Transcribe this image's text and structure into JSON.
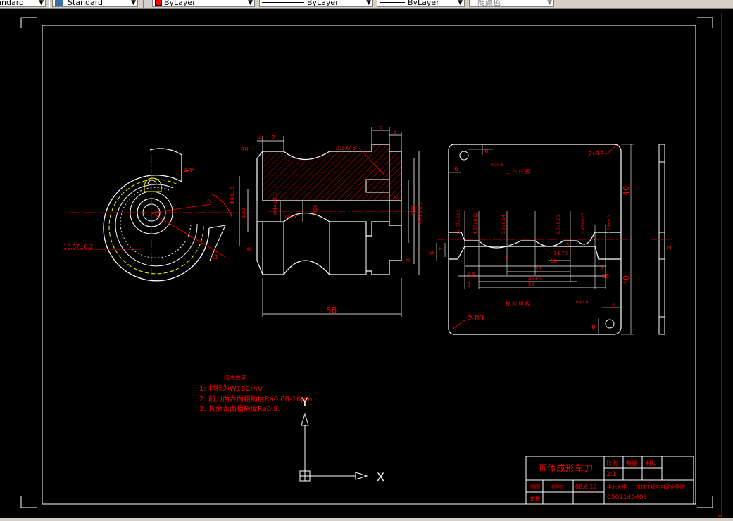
{
  "toolbar": {
    "text_style": "Standard",
    "layer": "ByLayer",
    "linetype": "ByLayer",
    "lineweight": "ByLayer",
    "plot_style": "随颜色"
  },
  "colors": {
    "background": "#000000",
    "red": "#ff0000",
    "white": "#ffffff",
    "yellow": "#ffff00",
    "hatch": "#ff0000"
  },
  "drawing": {
    "left_view": {
      "dim_r": "R3",
      "dim_diameter": "16.07±0.2",
      "dim_small": "11",
      "dim_h": "h"
    },
    "front_view": {
      "chamfer": "0.5X45°",
      "dim_58": "58",
      "dim_4": "4",
      "dim_2": "2",
      "dim_8a": "8",
      "dim_3": "3",
      "dim_r8": "R8",
      "dim_phi40": "Φ40±8",
      "dim_phi20": "Φ20",
      "dim_phi44": "Φ44±0.1",
      "dim_phi16": "Φ16",
      "dim_phi32": "Φ32±0.1",
      "dim_phi36": "Φ36",
      "dim_15x45": "15X45°",
      "dim_8b": "8",
      "dim_lb": "8",
      "dim_rb": "8"
    },
    "template_view": {
      "r3_top": "2-R3",
      "r3_bottom": "2-R3",
      "dim_40a": "40",
      "dim_40b": "40",
      "dim_6a": "6",
      "dim_6b": "6",
      "dim_6c": "6",
      "dim_6d": "6",
      "label_top": "工  作  样  板",
      "label_bottom": "校  验  样  板",
      "dim_9": "9",
      "dim_7": "7",
      "dim_65": "6.5",
      "dim_3a": "3",
      "dim_48": "48±5",
      "dim_59": "59",
      "dim_35": "35",
      "dim_58": "58",
      "dim_1478": "14.78",
      "dim_15": "15",
      "dim_3b": "3",
      "dim_3c": "3",
      "dim_6e": "6",
      "dim_2": "2",
      "v1": "14.07±0.02",
      "v2": "4.37±0.02",
      "v3": "5.0±0.04",
      "v4": "2.8±0.01",
      "v5": "0.45±0.05",
      "v6": "0.73±0.1",
      "ra": "Ra0.8"
    },
    "tech_req": {
      "title": "技术要求:",
      "line1": "1: 材料为W18Cr4V",
      "line2": "2: 前刀面表面粗糙度Ra0.08-16μm.",
      "line3": "3: 其余表面粗糙度Ra0.8."
    },
    "ucs": {
      "x": "X",
      "y": "Y"
    },
    "title_block": {
      "part_name": "圆体成形车刀",
      "scale_label": "比例",
      "scale_value": "2:1",
      "qty_label": "数量",
      "material_label": "材料",
      "drawn_label": "制图",
      "drawn_name": "郝学东",
      "date": "08.6.12",
      "check_label": "审核",
      "school": "中北大学",
      "dept": "机械工程与自动化学院",
      "drawing_no": "0502140403"
    }
  }
}
